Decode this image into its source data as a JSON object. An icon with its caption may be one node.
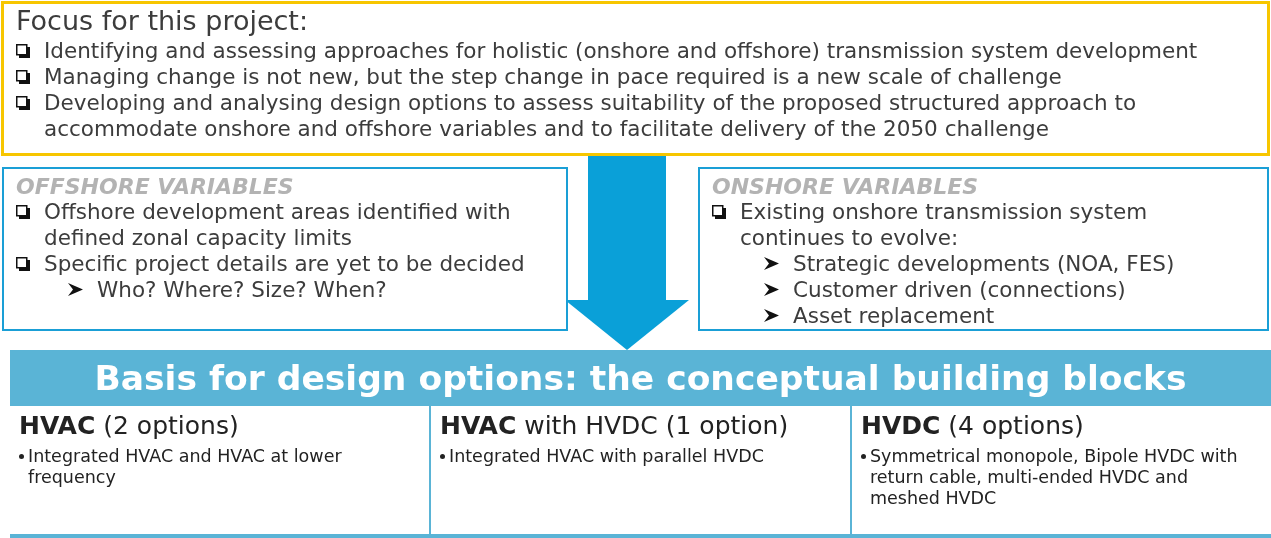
{
  "diagram": {
    "nodes": [
      {
        "text": [
          "Focus for this project:",
          "Identifying and assessing approaches for holistic (onshore and offshore) transmission system development",
          "Managing change is not new, but the step change in pace required is a new scale of challenge",
          "Developing and analysing design options to assess suitability of the proposed structured approach to accommodate onshore and offshore variables and to facilitate delivery of the 2050 challenge"
        ]
      },
      {
        "text": [
          "OFFSHORE VARIABLES",
          "Offshore development areas identified with defined zonal capacity limits",
          "Specific project details are yet to be decided",
          "Who? Where? Size? When?"
        ]
      },
      {
        "text": [
          "ONSHORE VARIABLES",
          "Existing onshore transmission system continues to evolve:",
          "Strategic developments (NOA, FES)",
          "Customer driven (connections)",
          "Asset replacement"
        ]
      },
      {
        "text": [
          "Basis for design options: the conceptual building blocks"
        ]
      },
      {
        "text": [
          "**HVAC** (2 options)",
          "Integrated HVAC and HVAC at lower frequency"
        ],
        "in": 3
      },
      {
        "text": [
          "**HVAC** with HVDC (1 option)",
          "Integrated HVAC with parallel HVDC"
        ],
        "in": 3
      },
      {
        "text": [
          "**HVDC** (4 options)",
          "Symmetrical monopole, Bipole HVDC with return cable, multi-ended HVDC and meshed HVDC"
        ],
        "in": 3
      }
    ],
    "edges": [
      {
        "from": 0,
        "to": 3,
        "arrow": "to"
      }
    ]
  }
}
